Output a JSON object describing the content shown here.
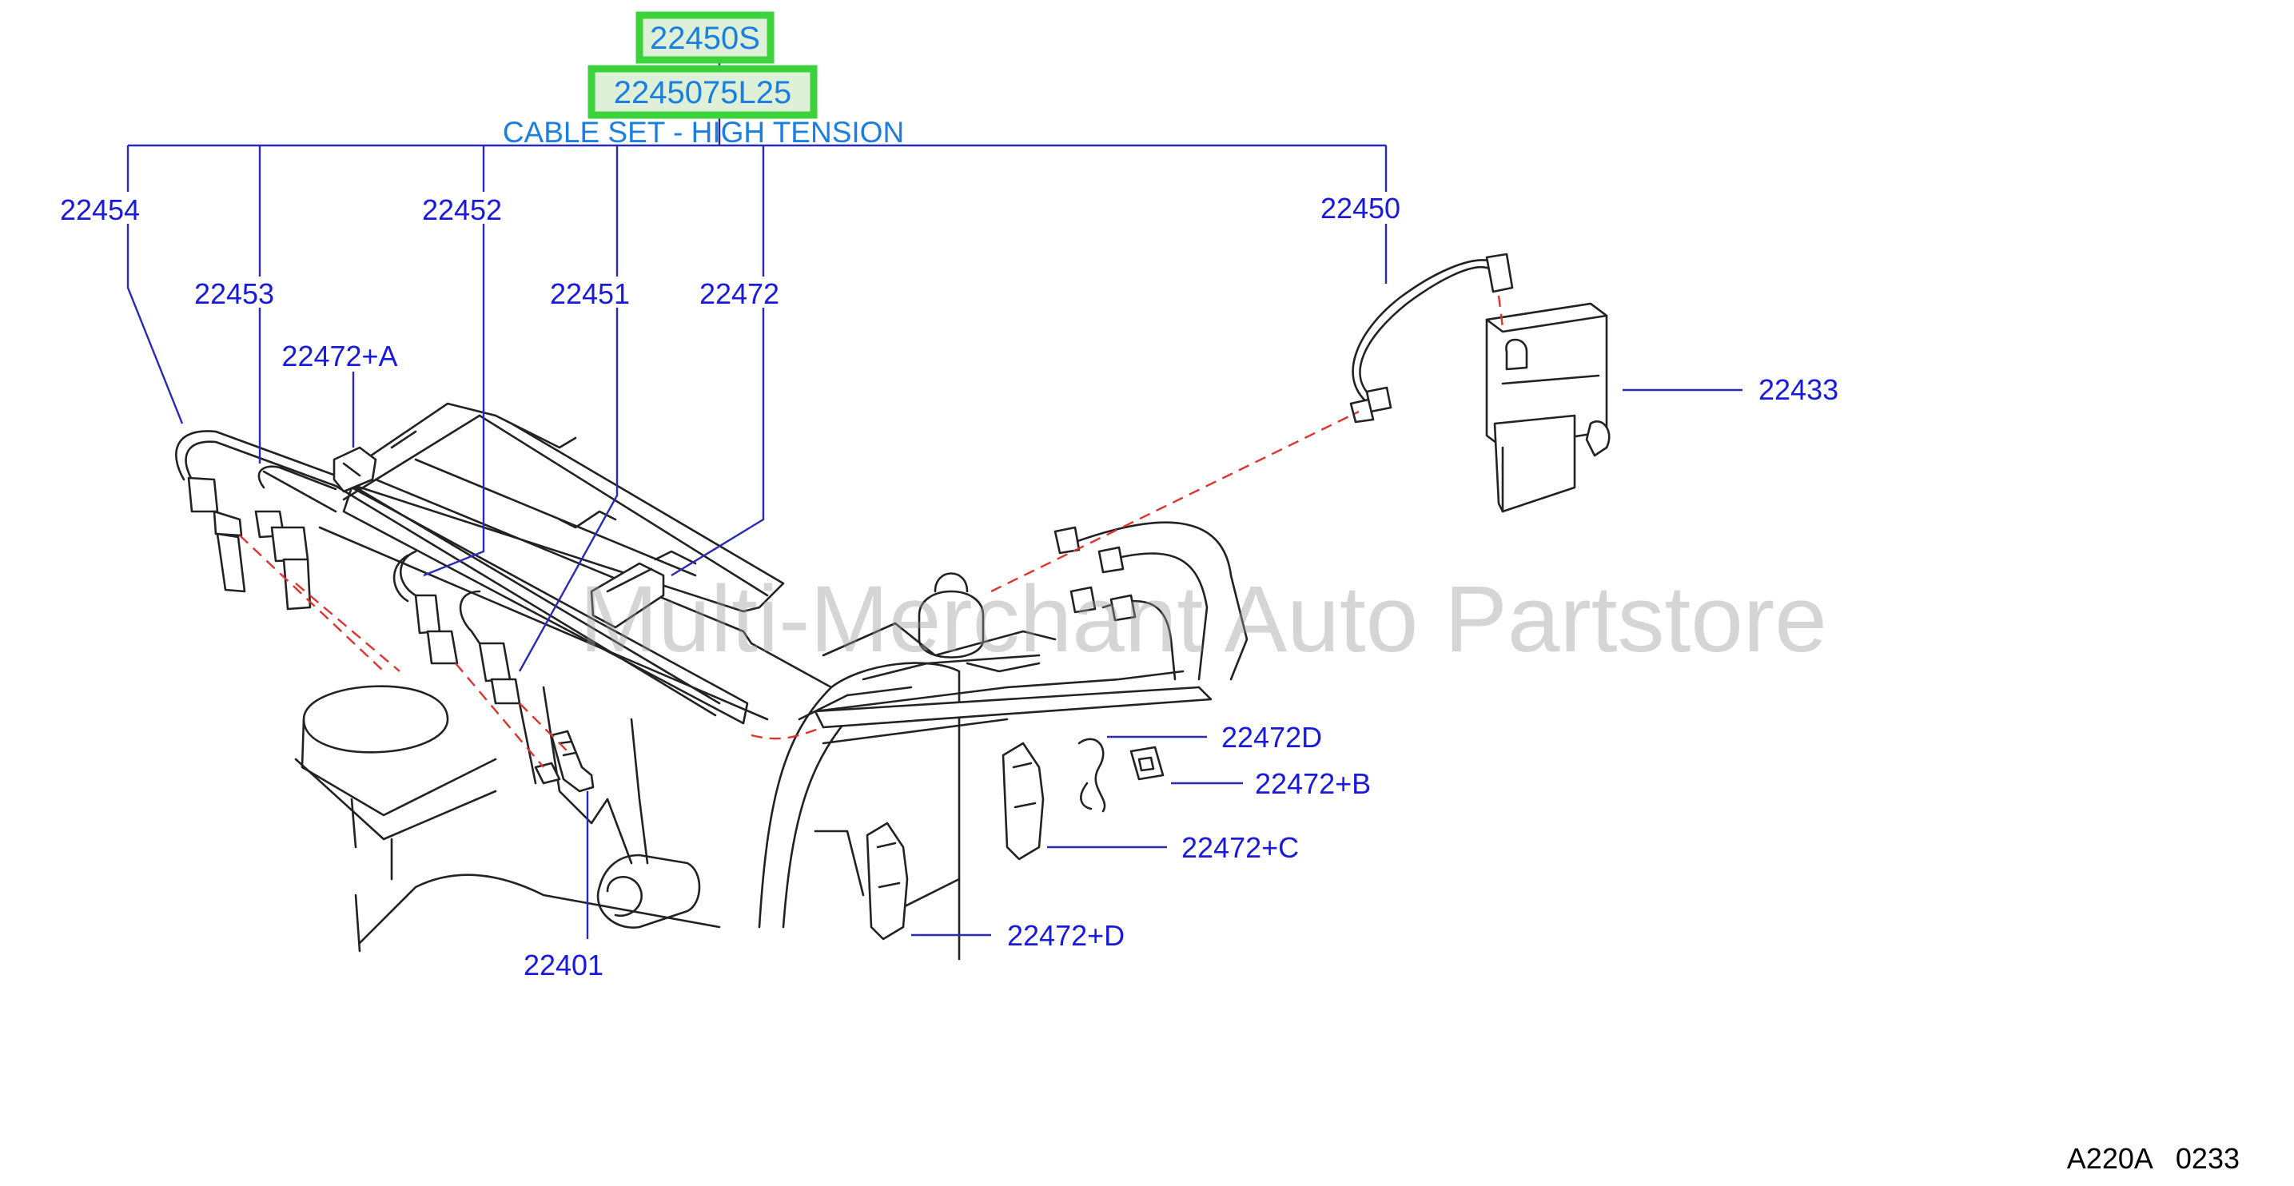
{
  "highlight": {
    "primary_code": "22450S",
    "secondary_code": "2245075L25"
  },
  "caption": "CABLE SET - HIGH TENSION",
  "labels": {
    "c22454": "22454",
    "c22453": "22453",
    "c22452": "22452",
    "c22451": "22451",
    "c22472": "22472",
    "c22450": "22450",
    "c22472a": "22472+A",
    "c22433": "22433",
    "c22472d_clip": "22472D",
    "c22472b": "22472+B",
    "c22472c": "22472+C",
    "c22472d": "22472+D",
    "c22401": "22401"
  },
  "watermark": "Multi-Merchant Auto Partstore",
  "diagram_code": "A220A   0233",
  "colors": {
    "label_blue": "#1a1adc",
    "caption_blue": "#1a7fe0",
    "highlight_green": "#3cd23c",
    "dash_red": "#e0332e"
  }
}
